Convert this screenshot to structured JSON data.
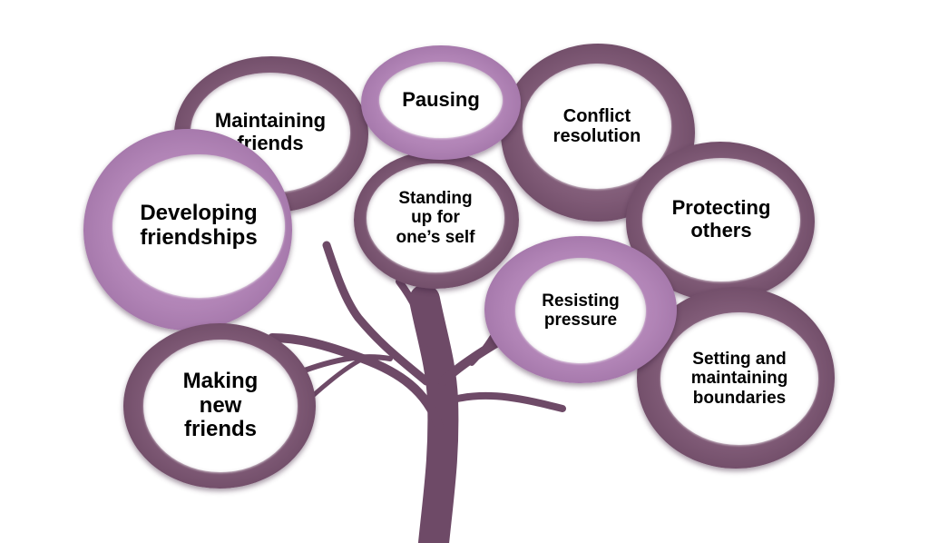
{
  "diagram": {
    "colors": {
      "trunk": "#6e4a67",
      "ring_dark": "#7f5a76",
      "ring_light": "#b184b6",
      "inner": "#ffffff"
    },
    "nodes": [
      {
        "id": "maintaining-friends",
        "label": "Maintaining\nfriends"
      },
      {
        "id": "pausing",
        "label": "Pausing"
      },
      {
        "id": "conflict-resolution",
        "label": "Conflict\nresolution"
      },
      {
        "id": "developing-friendships",
        "label": "Developing\nfriendships"
      },
      {
        "id": "standing-up",
        "label": "Standing\nup for\none’s self"
      },
      {
        "id": "protecting-others",
        "label": "Protecting\nothers"
      },
      {
        "id": "resisting-pressure",
        "label": "Resisting\npressure"
      },
      {
        "id": "making-new-friends",
        "label": "Making\nnew\nfriends"
      },
      {
        "id": "setting-boundaries",
        "label": "Setting and\nmaintaining\nboundaries"
      }
    ]
  }
}
